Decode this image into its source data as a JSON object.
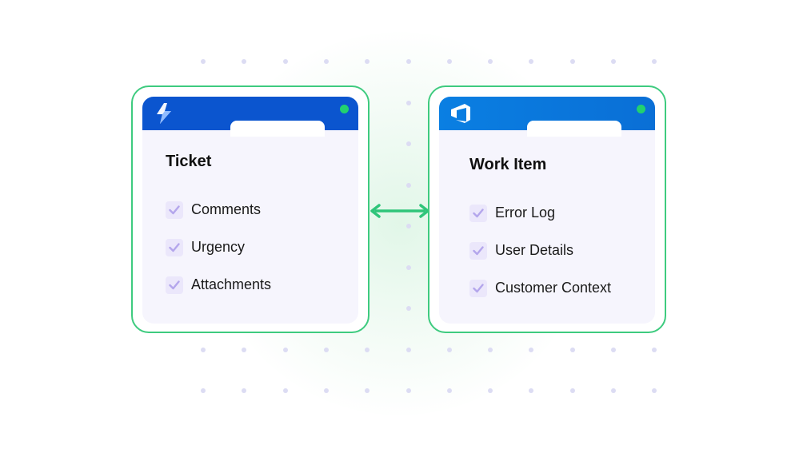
{
  "colors": {
    "card_border": "#3ecb7f",
    "card_inner": "#f6f5fd",
    "jira_header": "#0b55cf",
    "azure_header": "#0a7fe2",
    "status_dot": "#22d16f",
    "checkbox": "#ebe7fb",
    "checkmark": "#b4a6ec",
    "arrow": "#2fc57a",
    "dot_grid": "#dcdcf3"
  },
  "left_card": {
    "icon": "jira-icon",
    "title": "Ticket",
    "items": [
      {
        "label": "Comments",
        "checked": true
      },
      {
        "label": "Urgency",
        "checked": true
      },
      {
        "label": "Attachments",
        "checked": true
      }
    ]
  },
  "right_card": {
    "icon": "azure-devops-icon",
    "title": "Work Item",
    "items": [
      {
        "label": "Error Log",
        "checked": true
      },
      {
        "label": "User Details",
        "checked": true
      },
      {
        "label": "Customer Context",
        "checked": true
      }
    ]
  },
  "connector": {
    "icon": "double-arrow-icon"
  }
}
